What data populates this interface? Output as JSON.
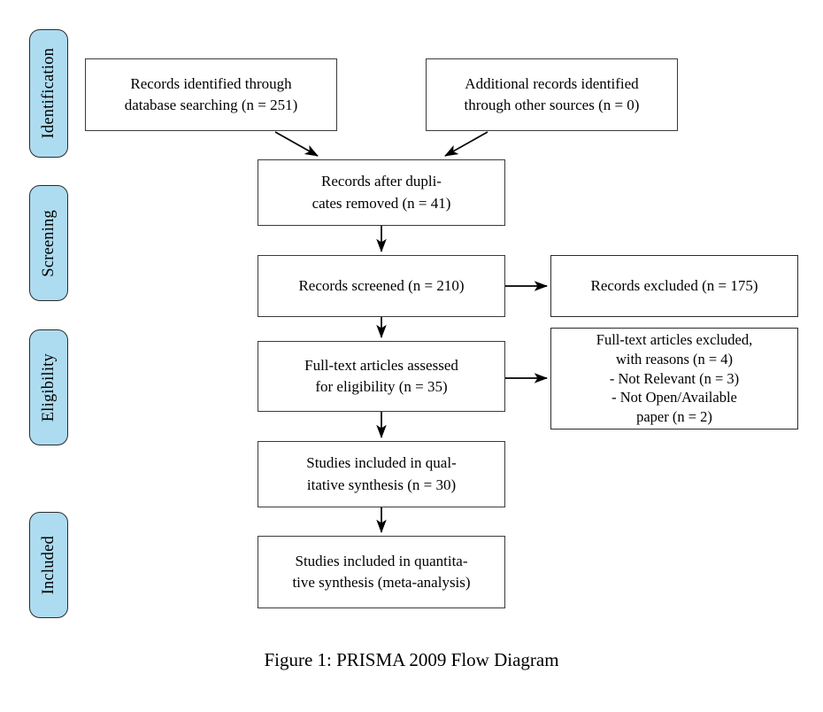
{
  "figure": {
    "caption": "Figure 1:  PRISMA 2009 Flow Diagram",
    "title": "PRISMA 2009 Flow Diagram"
  },
  "colors": {
    "phase_fill": "#ADDCF0",
    "phase_border": "#2b2b2b",
    "box_fill": "#ffffff",
    "box_border": "#3a3a3a",
    "arrow": "#000000",
    "background": "#ffffff"
  },
  "phases": [
    {
      "id": "identification",
      "label": "Identification"
    },
    {
      "id": "screening",
      "label": "Screening"
    },
    {
      "id": "eligibility",
      "label": "Eligibility"
    },
    {
      "id": "included",
      "label": "Included"
    }
  ],
  "boxes": {
    "db_records": {
      "text": "Records identified through\ndatabase searching (n = 251)",
      "n": 251
    },
    "other_records": {
      "text": "Additional records identified\nthrough other sources (n = 0)",
      "n": 0
    },
    "duplicates": {
      "text": "Records after dupli-\ncates removed (n = 41)",
      "n": 41
    },
    "screened": {
      "text": "Records screened (n = 210)",
      "n": 210
    },
    "excluded": {
      "text": "Records excluded (n = 175)",
      "n": 175
    },
    "fulltext": {
      "text": "Full-text articles assessed\nfor eligibility (n = 35)",
      "n": 35
    },
    "fulltext_excluded": {
      "text": "Full-text articles excluded,\nwith reasons (n = 4)\n- Not Relevant (n = 3)\n- Not Open/Available\npaper (n = 2)",
      "n": 4,
      "reasons": [
        {
          "label": "Not Relevant",
          "n": 3
        },
        {
          "label": "Not Open/Available paper",
          "n": 2
        }
      ]
    },
    "qualitative": {
      "text": "Studies included in qual-\nitative synthesis (n = 30)",
      "n": 30
    },
    "quantitative": {
      "text": "Studies included in quantita-\ntive synthesis (meta-analysis)",
      "n": null
    }
  },
  "arrows": [
    {
      "from": "db_records",
      "to": "duplicates",
      "kind": "diagonal"
    },
    {
      "from": "other_records",
      "to": "duplicates",
      "kind": "diagonal"
    },
    {
      "from": "duplicates",
      "to": "screened",
      "kind": "vertical"
    },
    {
      "from": "screened",
      "to": "excluded",
      "kind": "horizontal"
    },
    {
      "from": "screened",
      "to": "fulltext",
      "kind": "vertical"
    },
    {
      "from": "fulltext",
      "to": "fulltext_excluded",
      "kind": "horizontal"
    },
    {
      "from": "fulltext",
      "to": "qualitative",
      "kind": "vertical"
    },
    {
      "from": "qualitative",
      "to": "quantitative",
      "kind": "vertical"
    }
  ]
}
